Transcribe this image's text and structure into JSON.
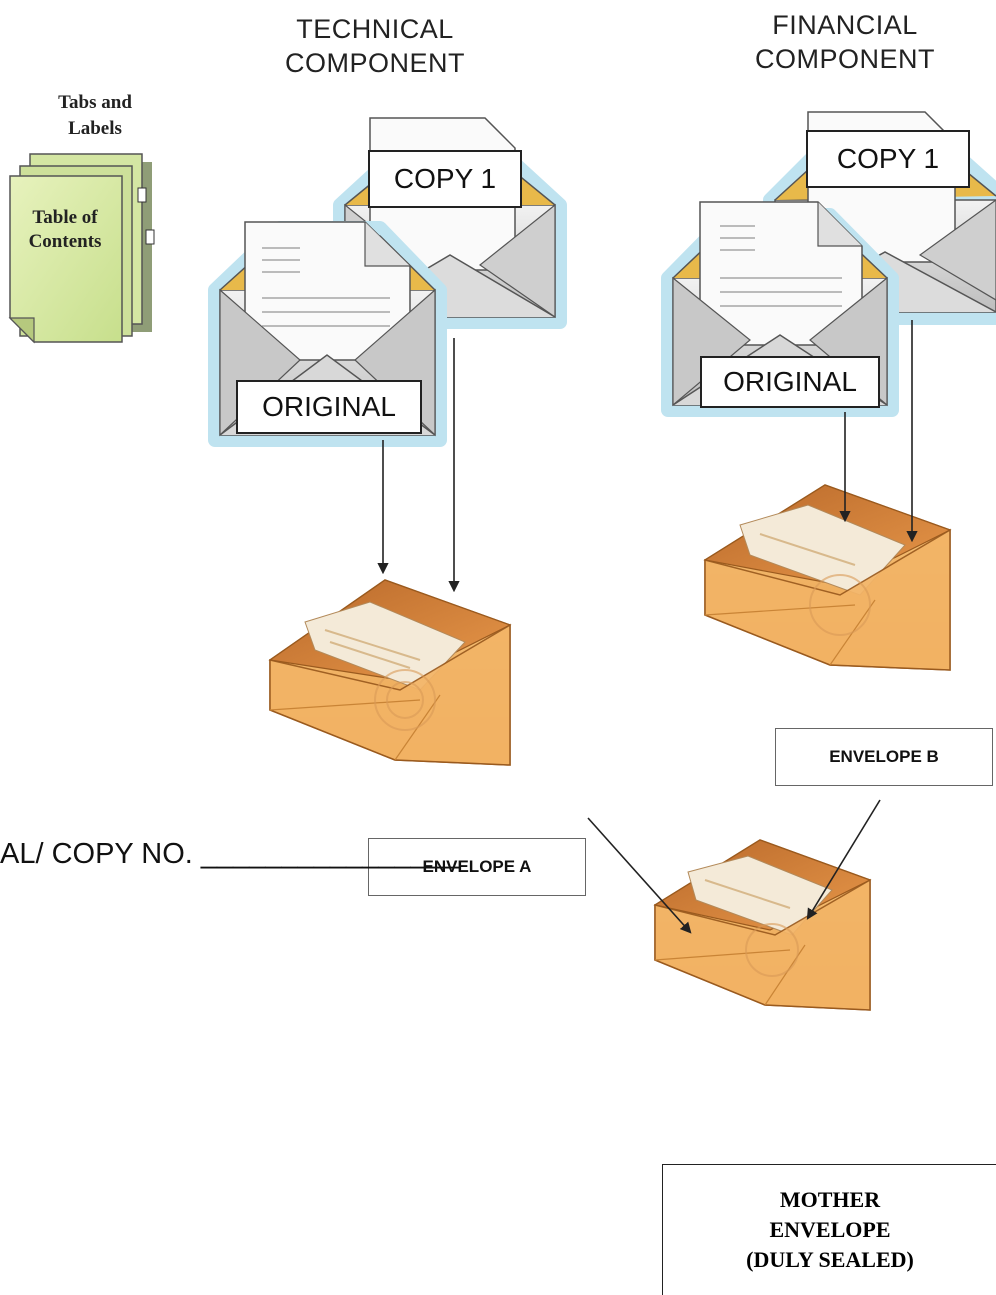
{
  "technical": {
    "title_line1": "TECHNICAL",
    "title_line2": "COMPONENT",
    "copy_label": "COPY 1",
    "original_label": "ORIGINAL"
  },
  "financial": {
    "title_line1": "FINANCIAL",
    "title_line2": "COMPONENT",
    "copy_label": "COPY 1",
    "original_label": "ORIGINAL"
  },
  "tabs": {
    "title_line1": "Tabs and",
    "title_line2": "Labels",
    "toc_line1": "Table of",
    "toc_line2": "Contents"
  },
  "envelope_a": "ENVELOPE A",
  "envelope_b": "ENVELOPE B",
  "copy_no_line": "AL/ COPY NO. ________________",
  "mother": {
    "line1": "MOTHER",
    "line2": "ENVELOPE",
    "line3": "(DULY SEALED)"
  },
  "colors": {
    "envelope_orange": "#f2b060",
    "envelope_glow": "#bfe3f0",
    "doc_green": "#d8eaa6"
  }
}
